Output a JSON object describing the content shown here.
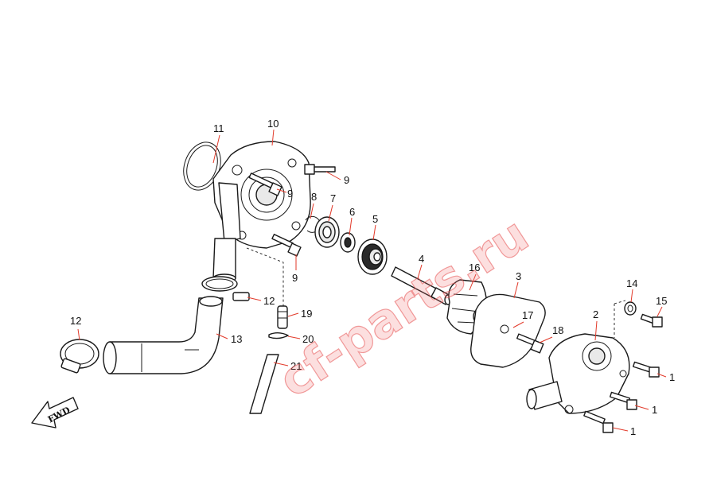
{
  "watermark": "cf-parts.ru",
  "direction_label": "FWD",
  "callouts": {
    "c11": "11",
    "c10": "10",
    "c9a": "9",
    "c9b": "9",
    "c9c": "9",
    "c8": "8",
    "c7": "7",
    "c6": "6",
    "c5": "5",
    "c4": "4",
    "c16": "16",
    "c3": "3",
    "c17": "17",
    "c18": "18",
    "c14": "14",
    "c15": "15",
    "c2": "2",
    "c1a": "1",
    "c1b": "1",
    "c1c": "1",
    "c12a": "12",
    "c12b": "12",
    "c13": "13",
    "c19": "19",
    "c20": "20",
    "c21": "21"
  },
  "colors": {
    "leader": "#e23a2a",
    "watermark": "#f06e6e",
    "line": "#1a1a1a"
  }
}
